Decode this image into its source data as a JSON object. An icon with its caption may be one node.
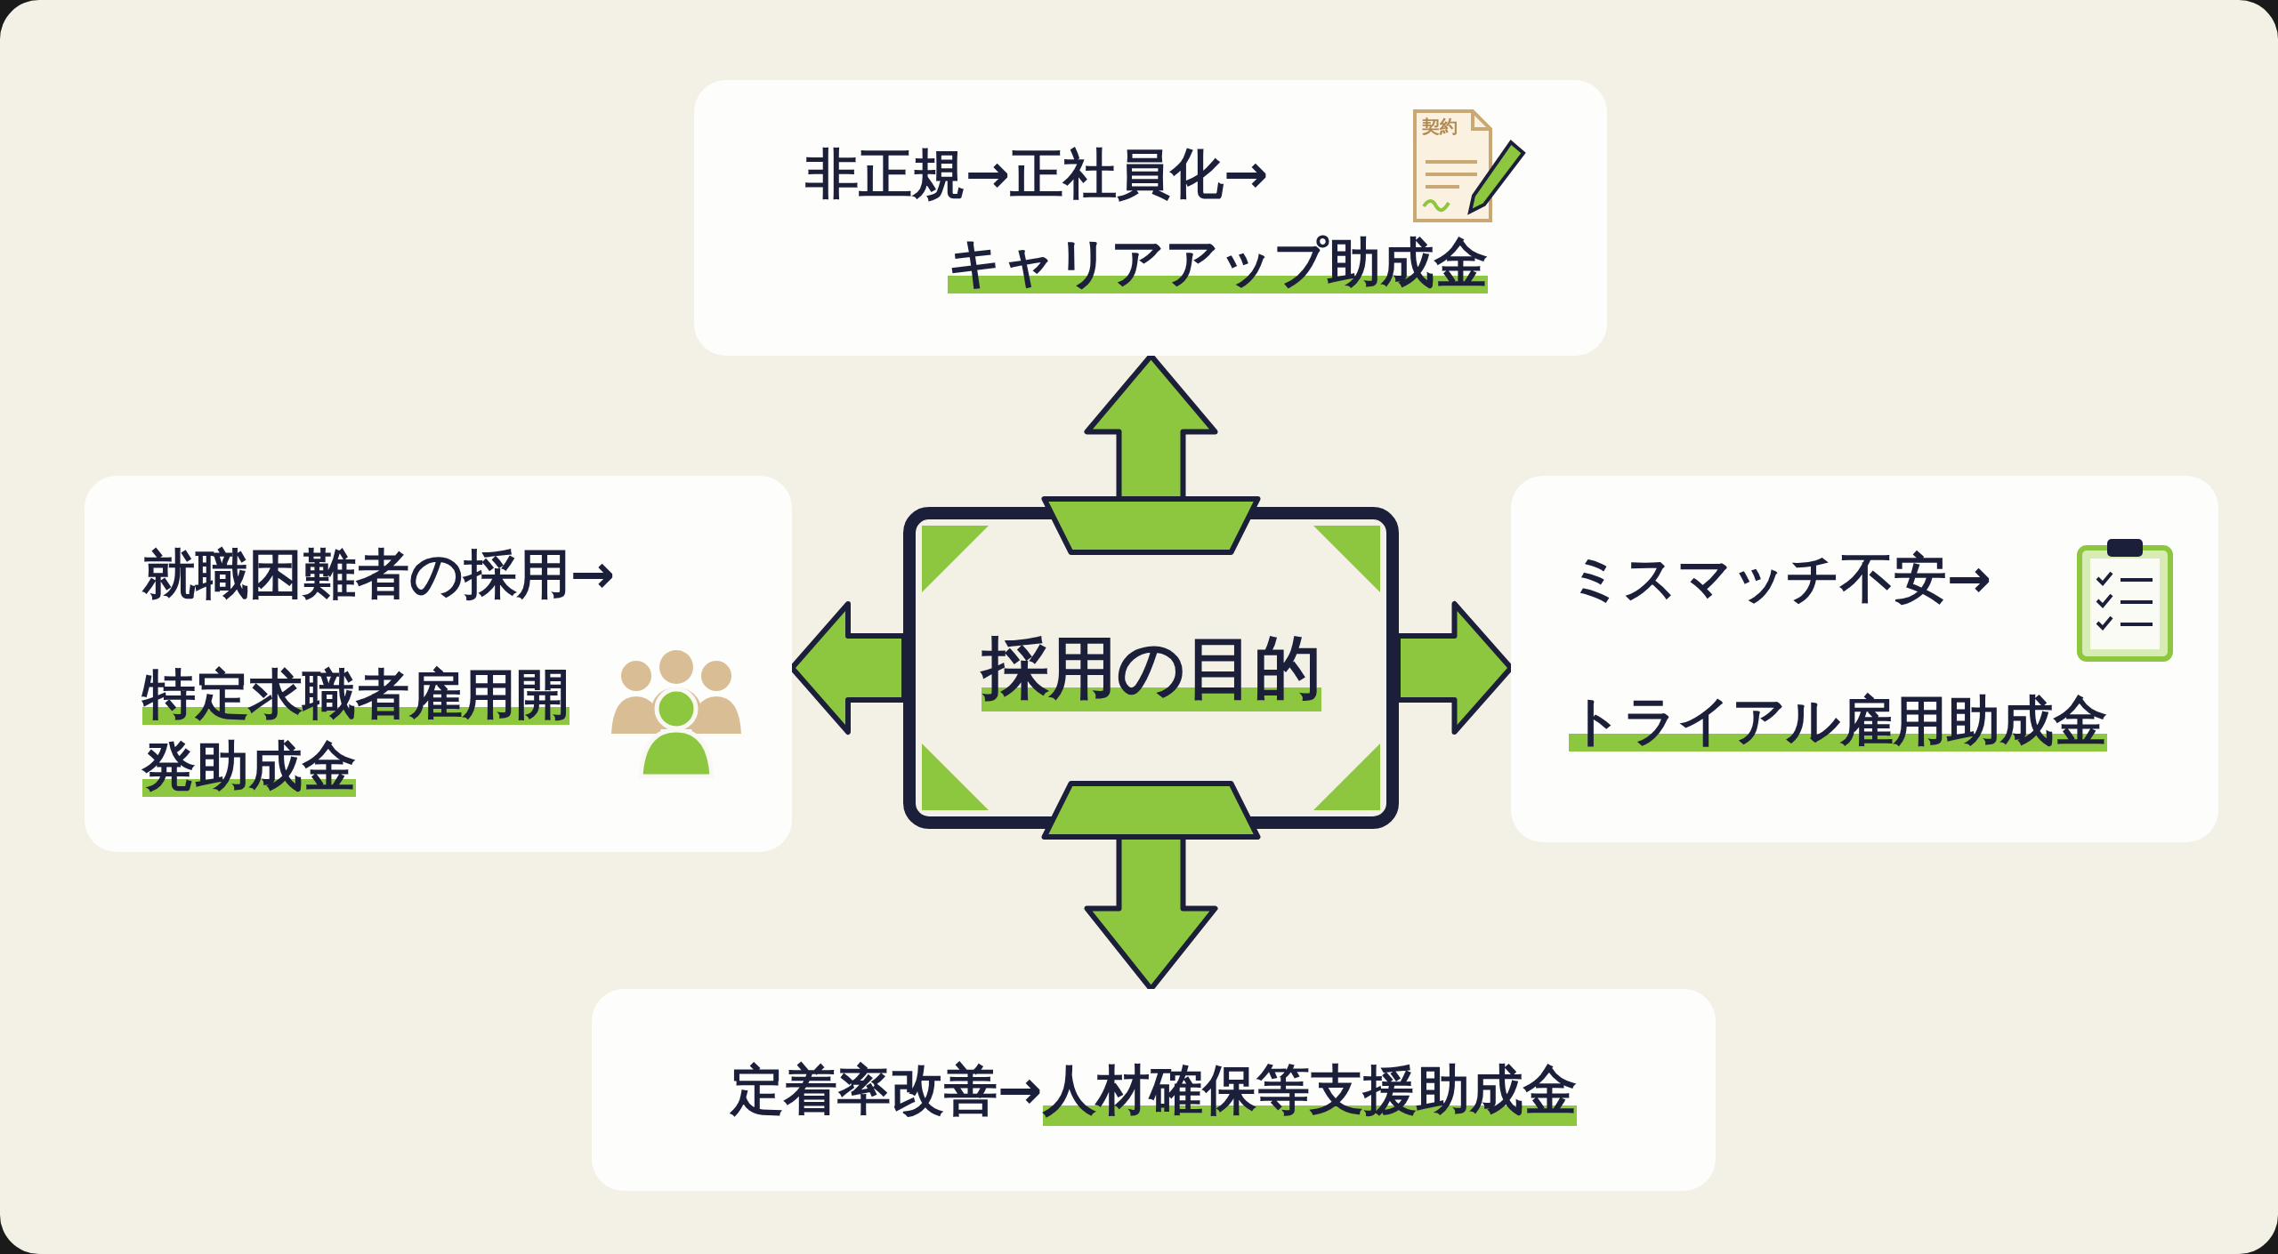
{
  "diagram": {
    "nodes": [
      {
        "text": [
          "非正規→正社員化→",
          "キャリアアップ助成金"
        ]
      },
      {
        "text": [
          "就職困難者の採用→",
          "特定求職者雇用開発助成金"
        ]
      },
      {
        "text": [
          "採用の目的"
        ]
      },
      {
        "text": [
          "ミスマッチ不安→",
          "トライアル雇用助成金"
        ]
      },
      {
        "text": [
          "定着率改善→",
          "人材確保等支援助成金"
        ]
      }
    ],
    "edges": [
      {
        "from": 2,
        "to": 0,
        "arrow": "to"
      },
      {
        "from": 2,
        "to": 1,
        "arrow": "to"
      },
      {
        "from": 2,
        "to": 3,
        "arrow": "to"
      },
      {
        "from": 2,
        "to": 4,
        "arrow": "to"
      }
    ],
    "labels": [
      "契約"
    ]
  }
}
